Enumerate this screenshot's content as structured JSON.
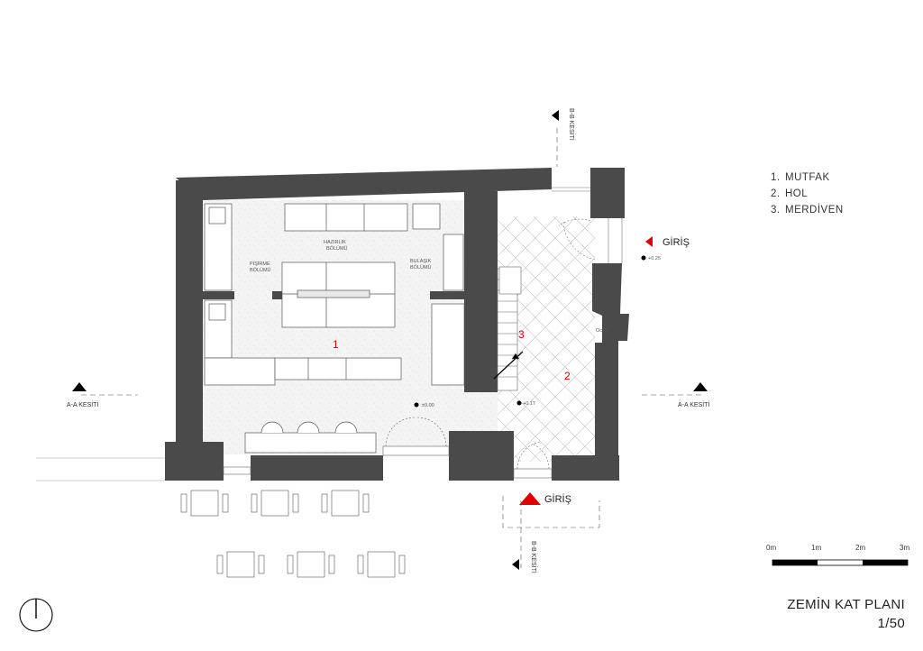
{
  "legend": [
    {
      "num": "1.",
      "label": "MUTFAK"
    },
    {
      "num": "2.",
      "label": "HOL"
    },
    {
      "num": "3.",
      "label": "MERDİVEN"
    }
  ],
  "title": {
    "line1": "ZEMİN KAT PLANI",
    "line2": "1/50"
  },
  "scale_bar": {
    "labels": [
      "0m",
      "1m",
      "2m",
      "3m"
    ]
  },
  "rooms": {
    "r1": "1",
    "r2": "2",
    "r3": "3"
  },
  "kitchen_zones": {
    "hazirlik": [
      "HAZIRLIK",
      "BÖLÜMÜ"
    ],
    "pisirme": [
      "PİŞİRME",
      "BÖLÜMÜ"
    ],
    "bulasik": [
      "BULAŞIK",
      "BÖLÜMÜ"
    ]
  },
  "labels": {
    "ocak": "Ocak",
    "giris_east": "GİRİŞ",
    "giris_south": "GİRİŞ",
    "elev_000": "±0.00",
    "elev_017": "+0.17",
    "elev_025": "+0.25",
    "aa_left": "A-A KESİTİ",
    "aa_right": "A-A KESİTİ",
    "bb_top": "B-B KESİTİ",
    "bb_bottom": "B-B KESİTİ"
  },
  "colors": {
    "wall": "#4a4a4a",
    "accent": "#e00000"
  }
}
